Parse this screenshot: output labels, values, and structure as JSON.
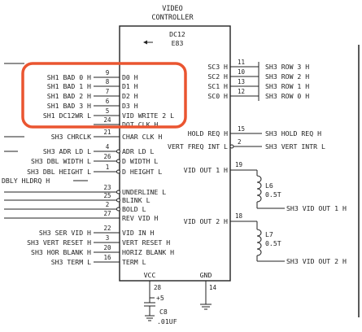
{
  "title": [
    "VIDEO",
    "CONTROLLER"
  ],
  "chip": {
    "designator": "DC12",
    "part": "E83",
    "vcc_label": "VCC",
    "gnd_label": "GND",
    "vcc_pin": "28",
    "gnd_pin": "14"
  },
  "left_pins": [
    {
      "signal": "SH1 BAD 0 H",
      "num": "9",
      "label": "D0 H"
    },
    {
      "signal": "SH1 BAD 1 H",
      "num": "8",
      "label": "D1 H"
    },
    {
      "signal": "SH1 BAD 2 H",
      "num": "7",
      "label": "D2 H"
    },
    {
      "signal": "SH1 BAD 3 H",
      "num": "6",
      "label": "D3 H"
    },
    {
      "signal": "SH1 DC12WR L",
      "num": "5",
      "label": "VID WRITE 2 L"
    },
    {
      "signal": "",
      "num": "24",
      "label": "DOT CLK H"
    },
    {
      "signal": "SH3 CHRCLK",
      "num": "21",
      "label": "CHAR CLK H"
    },
    {
      "signal": "SH3 ADR LD L",
      "num": "4",
      "label": "ADR LD L"
    },
    {
      "signal": "SH3 DBL WIDTH L",
      "num": "26",
      "label": "D WIDTH L"
    },
    {
      "signal": "SH3 DBL HEIGHT L",
      "num": "1",
      "label": "D HEIGHT L"
    },
    {
      "signal": "DBLY HLDRQ H",
      "num": "",
      "label": ""
    },
    {
      "signal": "",
      "num": "23",
      "label": "UNDERLINE L"
    },
    {
      "signal": "",
      "num": "25",
      "label": "BLINK L"
    },
    {
      "signal": "",
      "num": "2",
      "label": "BOLD L"
    },
    {
      "signal": "",
      "num": "27",
      "label": "REV VID H"
    },
    {
      "signal": "SH3 SER VID H",
      "num": "22",
      "label": "VID IN H"
    },
    {
      "signal": "SH3 VERT RESET H",
      "num": "3",
      "label": "VERT RESET H"
    },
    {
      "signal": "SH3 HOR BLANK H",
      "num": "20",
      "label": "HORIZ BLANK H"
    },
    {
      "signal": "SH3 TERM L",
      "num": "16",
      "label": "TERM L"
    }
  ],
  "right_pins": [
    {
      "label": "SC3 H",
      "num": "11",
      "signal": "SH3 ROW 3 H"
    },
    {
      "label": "SC2 H",
      "num": "10",
      "signal": "SH3 ROW 2 H"
    },
    {
      "label": "SC1 H",
      "num": "13",
      "signal": "SH3 ROW 1 H"
    },
    {
      "label": "SC0 H",
      "num": "12",
      "signal": "SH3 ROW 0 H"
    },
    {
      "label": "HOLD REQ H",
      "num": "15",
      "signal": "SH3 HOLD REQ H"
    },
    {
      "label": "VERT FREQ INT L",
      "num": "2",
      "signal": "SH3 VERT INTR L"
    },
    {
      "label": "VID OUT 1 H",
      "num": "19",
      "signal": ""
    },
    {
      "label": "VID OUT 2 H",
      "num": "18",
      "signal": ""
    }
  ],
  "inductors": [
    {
      "ref": "L6",
      "value": "0.5T",
      "signal": "SH3 VID OUT 1 H"
    },
    {
      "ref": "L7",
      "value": "0.5T",
      "signal": "SH3 VID OUT 2 H"
    }
  ],
  "power": {
    "vcc_symbol": "+5",
    "cap_ref": "C8",
    "cap_value": ".01UF"
  }
}
